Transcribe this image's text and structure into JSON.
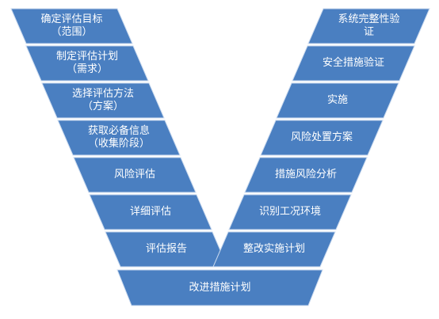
{
  "colors": {
    "fill": "#4a7fc1",
    "fill_light": "#5b91d2",
    "stroke": "#c9d9ee",
    "text": "#ffffff"
  },
  "left_steps": [
    "确定评估目标\n（范围）",
    "制定评估计划\n（需求）",
    "选择评估方法\n（方案）",
    "获取必备信息\n（收集阶段）",
    "风险评估",
    "详细评估",
    "评估报告"
  ],
  "right_steps": [
    "系统完整性验\n证",
    "安全措施验证",
    "实施",
    "风险处置方案",
    "措施风险分析",
    "识别工况环境",
    "整改实施计划"
  ],
  "bottom_step": "改进措施计划"
}
